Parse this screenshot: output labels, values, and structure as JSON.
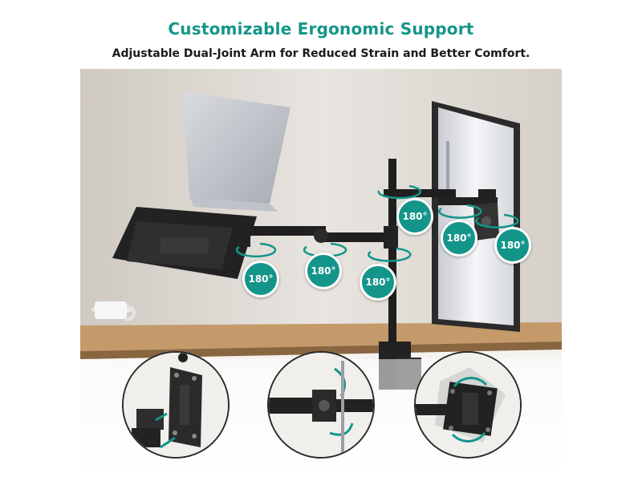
{
  "header": {
    "title": "Customizable Ergonomic Support",
    "subtitle": "Adjustable Dual-Joint Arm for Reduced Strain and Better Comfort."
  },
  "rotation_badges": {
    "laptop_tray": "180°",
    "arm_joint_1": "180°",
    "arm_joint_2": "180°",
    "monitor_arm_joint": "180°",
    "monitor_mount_1": "180°",
    "monitor_mount_2": "180°"
  },
  "colors": {
    "accent": "#14958a",
    "text": "#1a1a1a",
    "background": "#ffffff"
  },
  "detail_views": [
    "vesa-plate-detail",
    "arm-joint-rotation-detail",
    "vesa-rotation-detail"
  ]
}
